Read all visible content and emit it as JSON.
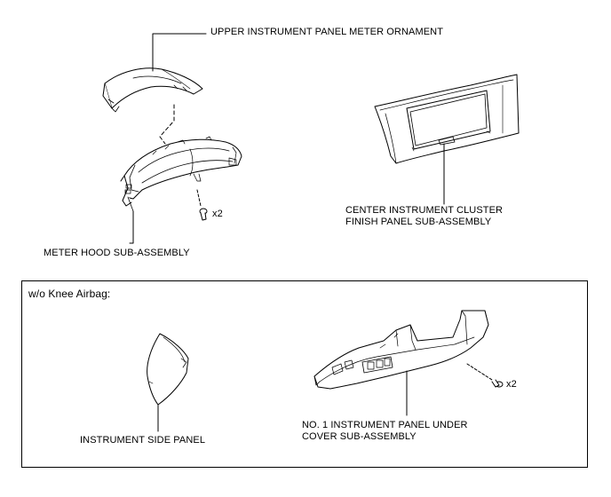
{
  "labels": {
    "upper_meter_ornament": "UPPER INSTRUMENT PANEL METER ORNAMENT",
    "meter_hood": "METER HOOD SUB-ASSEMBLY",
    "center_cluster_line1": "CENTER INSTRUMENT CLUSTER",
    "center_cluster_line2": "FINISH PANEL SUB-ASSEMBLY",
    "screw_qty_top": "x2",
    "inset_title": "w/o Knee Airbag:",
    "side_panel": "INSTRUMENT SIDE PANEL",
    "under_cover_line1": "NO. 1 INSTRUMENT PANEL UNDER",
    "under_cover_line2": "COVER SUB-ASSEMBLY",
    "screw_qty_bottom": "x2"
  }
}
